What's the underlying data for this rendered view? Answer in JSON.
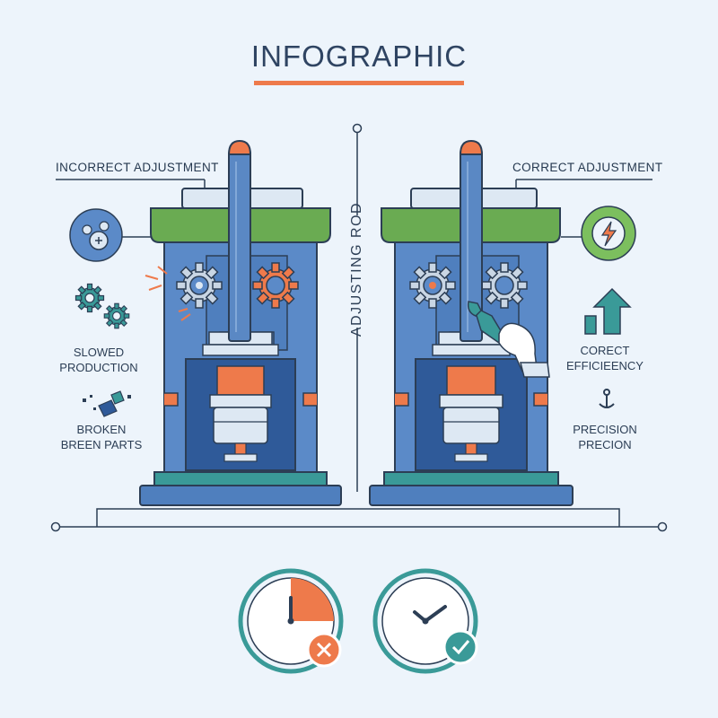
{
  "title": "INFOGRAPHIC",
  "left_panel": {
    "header": "INCORRECT ADJUSTMENT",
    "label_1": "SLOWED\nPRODUCTION",
    "label_2": "BROKEN\nBREEN PARTS"
  },
  "right_panel": {
    "header": "CORRECT ADJUSTMENT",
    "label_1": "CORECT\nEFFICIEENCY",
    "label_2": "PRECISION\nPRECION"
  },
  "center_label": "ADJUSTING ROD",
  "icons": [
    "settings-bulb-icon",
    "gears-icon",
    "broken-parts-icon",
    "lightning-icon",
    "growth-arrow-icon",
    "anchor-icon",
    "clock-cross-icon",
    "clock-check-icon",
    "wrench-hand-icon"
  ],
  "colors": {
    "accent_orange": "#ee7a4b",
    "green": "#6aab52",
    "blue_body": "#5b8ac8",
    "dark_blue": "#2f5a99",
    "teal": "#3a9a98",
    "rod_blue": "#5a88c4",
    "background": "#edf4fb"
  }
}
